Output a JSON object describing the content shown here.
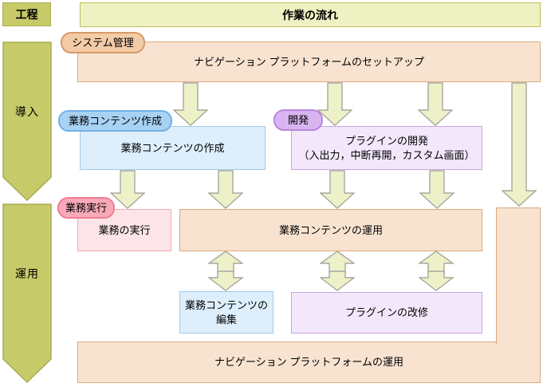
{
  "header": {
    "process_label": "工程",
    "title": "作業の流れ"
  },
  "phases": {
    "intro": "導入",
    "operation": "運用"
  },
  "pills": {
    "system_admin": "システム管理",
    "content_creation": "業務コンテンツ作成",
    "development": "開発",
    "execution": "業務実行"
  },
  "boxes": {
    "setup": "ナビゲーション プラットフォームのセットアップ",
    "content_create": "業務コンテンツの作成",
    "plugin_dev_line1": "プラグインの開発",
    "plugin_dev_line2": "（入出力，中断再開，カスタム画面）",
    "execute": "業務の実行",
    "content_operate": "業務コンテンツの運用",
    "content_edit_line1": "業務コンテンツの",
    "content_edit_line2": "編集",
    "plugin_fix": "プラグインの改修",
    "platform_operate": "ナビゲーション プラットフォームの運用"
  },
  "colors": {
    "olive": "#c6ca68",
    "olive_border": "#a9ad52",
    "pale_yellow": "#eef1c1",
    "pale_yellow_border": "#bcc060",
    "arrow_fill": "#eef0c8",
    "arrow_border": "#a5a99f",
    "peach_fill": "#f8e3d0",
    "peach_border": "#dcaa7d",
    "tan_pill_fill": "#f3cba7",
    "tan_pill_border": "#d69a69",
    "blue_pill_fill": "#a8d2f4",
    "blue_pill_border": "#73b0e3",
    "blue_box_fill": "#ddeefc",
    "blue_box_border": "#a2c9e8",
    "purple_pill_fill": "#d8b5f0",
    "purple_pill_border": "#b786de",
    "purple_box_fill": "#f3e8fb",
    "purple_box_border": "#c7a6e3",
    "pink_pill_fill": "#f8aab9",
    "pink_pill_border": "#f07e90",
    "pink_box_fill": "#fce4e8",
    "pink_box_border": "#f0aab6"
  }
}
